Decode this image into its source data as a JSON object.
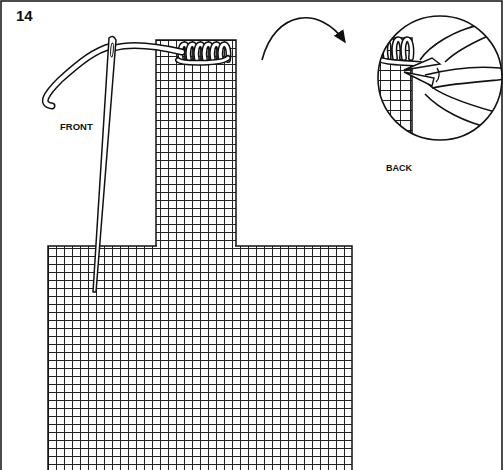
{
  "diagram": {
    "labels": [
      "14",
      "FRONT",
      "BACK"
    ]
  }
}
